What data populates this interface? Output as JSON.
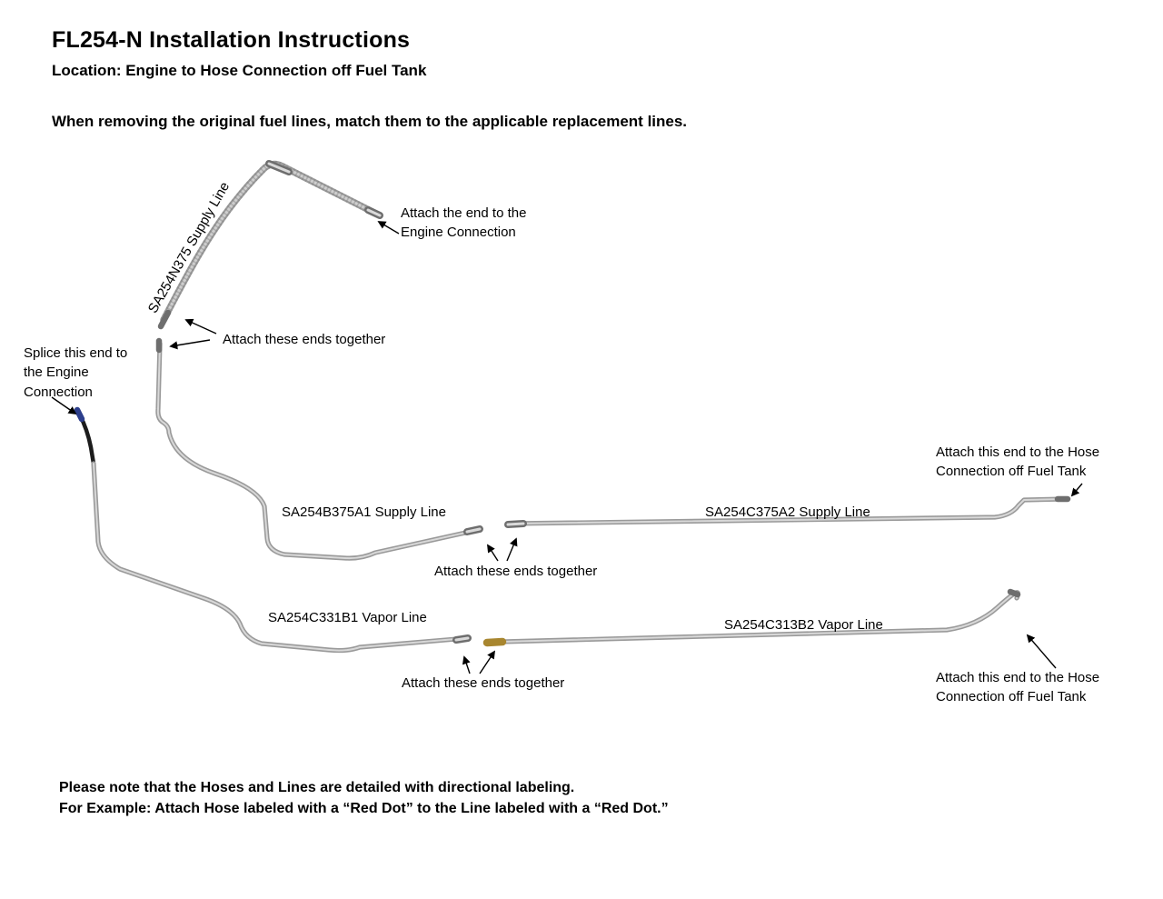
{
  "header": {
    "title": "FL254-N Installation Instructions",
    "subtitle": "Location: Engine to Hose Connection off Fuel Tank"
  },
  "intro": "When removing the original fuel lines, match them to the applicable replacement lines.",
  "diagram": {
    "hose_label": "SA254N375 Supply Line",
    "supply_line_1_label": "SA254B375A1 Supply Line",
    "supply_line_2_label": "SA254C375A2 Supply Line",
    "vapor_line_1_label": "SA254C331B1 Vapor Line",
    "vapor_line_2_label": "SA254C313B2 Vapor Line",
    "annotations": {
      "attach_engine_end": "Attach the end to the Engine Connection",
      "attach_ends_top": "Attach these ends together",
      "splice_engine": "Splice this end to the Engine Connection",
      "attach_tank_supply": "Attach this end to the Hose Connection off Fuel Tank",
      "attach_ends_mid": "Attach these ends together",
      "attach_ends_bottom": "Attach these ends together",
      "attach_tank_vapor": "Attach this end to the Hose Connection off Fuel Tank"
    }
  },
  "footer": {
    "note_line1": "Please note that the Hoses and Lines are detailed with directional labeling.",
    "note_line2": "For Example: Attach Hose labeled with a “Red Dot” to the Line labeled with a “Red Dot.”"
  },
  "colors": {
    "line_gray": "#9a9a9a",
    "line_highlight": "#d8d8d8",
    "fitting_dark": "#6e6e6e",
    "brass_fitting": "#a8862f",
    "blue_fitting": "#2c3e8c"
  }
}
